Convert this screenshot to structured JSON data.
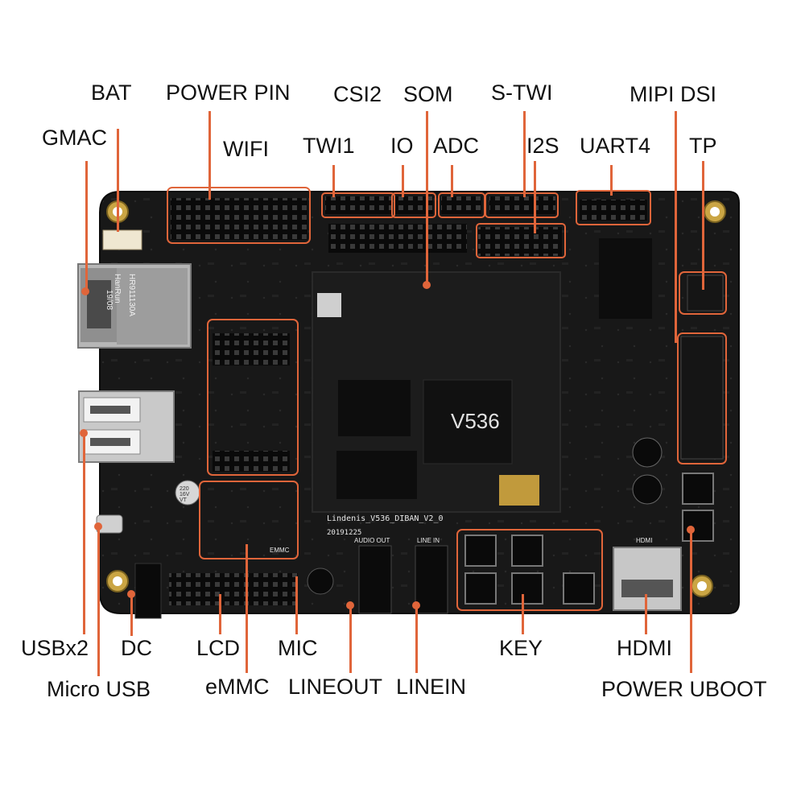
{
  "board": {
    "silk_name": "Lindenis_V536_DIBAN_V2_0",
    "silk_date": "20191225",
    "chip": "V536",
    "eth_brand": "HanRun",
    "eth_part": "HR911130A",
    "eth_date": "19/08",
    "cap_value": "220\n16V\nVT",
    "emmc_silk": "EMMC",
    "audio_out_silk": "AUDIO OUT",
    "line_in_silk": "LINE IN",
    "hdmi_silk": "HDMI"
  },
  "labels": {
    "bat": "BAT",
    "power_pin": "POWER PIN",
    "csi2": "CSI2",
    "som": "SOM",
    "s_twi": "S-TWI",
    "mipi_dsi": "MIPI DSI",
    "gmac": "GMAC",
    "wifi": "WIFI",
    "twi1": "TWI1",
    "io": "IO",
    "adc": "ADC",
    "i2s": "I2S",
    "uart4": "UART4",
    "tp": "TP",
    "usbx2": "USBx2",
    "dc": "DC",
    "lcd": "LCD",
    "mic": "MIC",
    "key": "KEY",
    "hdmi": "HDMI",
    "micro_usb": "Micro USB",
    "emmc": "eMMC",
    "lineout": "LINEOUT",
    "linein": "LINEIN",
    "power_uboot": "POWER UBOOT"
  },
  "colors": {
    "pcb": "#161616",
    "callout": "#e0653a",
    "silk": "#e8e8e8",
    "text": "#111111"
  }
}
